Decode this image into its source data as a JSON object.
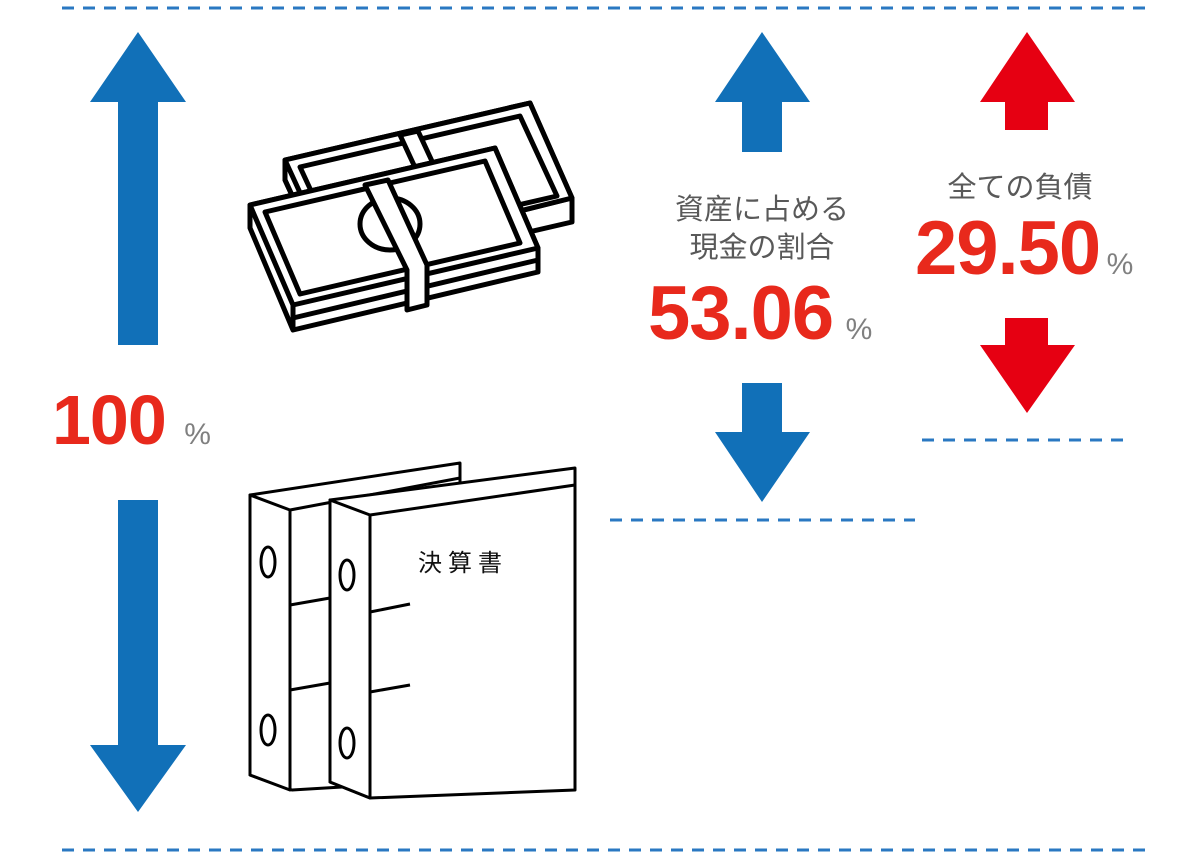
{
  "total": {
    "value": "100",
    "unit": "%"
  },
  "cash_ratio": {
    "label_line1": "資産に占める",
    "label_line2": "現金の割合",
    "value": "53.06",
    "unit": "%"
  },
  "liabilities": {
    "label": "全ての負債",
    "value": "29.50",
    "unit": "%"
  },
  "binder_title": "決算書",
  "colors": {
    "blue": "#1170b8",
    "red": "#e60012",
    "value_text": "#e8291c",
    "label_text": "#595959"
  }
}
